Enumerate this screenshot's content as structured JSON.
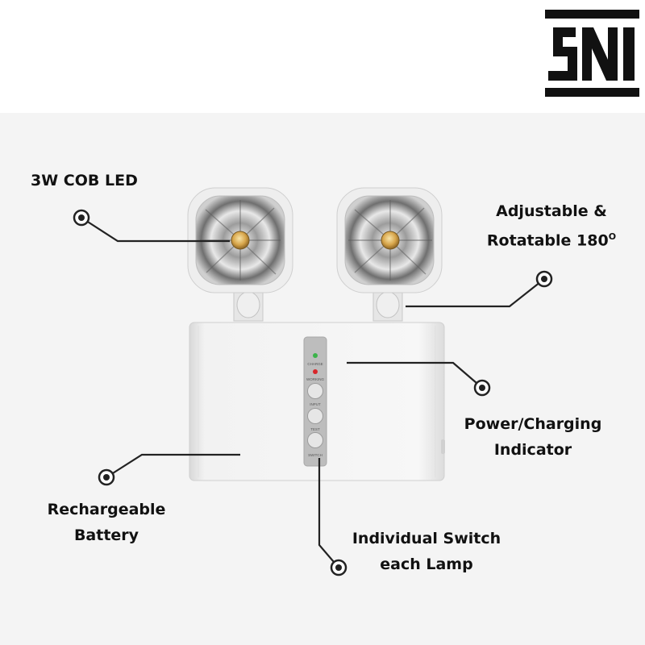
{
  "brand": {
    "logo_text": "SNI"
  },
  "labels": {
    "cob_led": "3W COB LED",
    "adjustable_line1": "Adjustable &",
    "adjustable_line2": "Rotatable 180",
    "adjustable_degree": "O",
    "power_line1": "Power/Charging",
    "power_line2": "Indicator",
    "battery_line1": "Rechargeable",
    "battery_line2": "Battery",
    "switch_line1": "Individual Switch",
    "switch_line2": "each Lamp"
  },
  "panel": {
    "charge_label": "CHARGE",
    "working_label": "WORKING",
    "button1_label": "INPUT",
    "button2_label": "TEST",
    "button3_label": "SWITCH"
  },
  "colors": {
    "brand": "#111111",
    "charge_led": "#3bb34a",
    "working_led": "#d8262b",
    "led_chip": "#d7a54a"
  }
}
